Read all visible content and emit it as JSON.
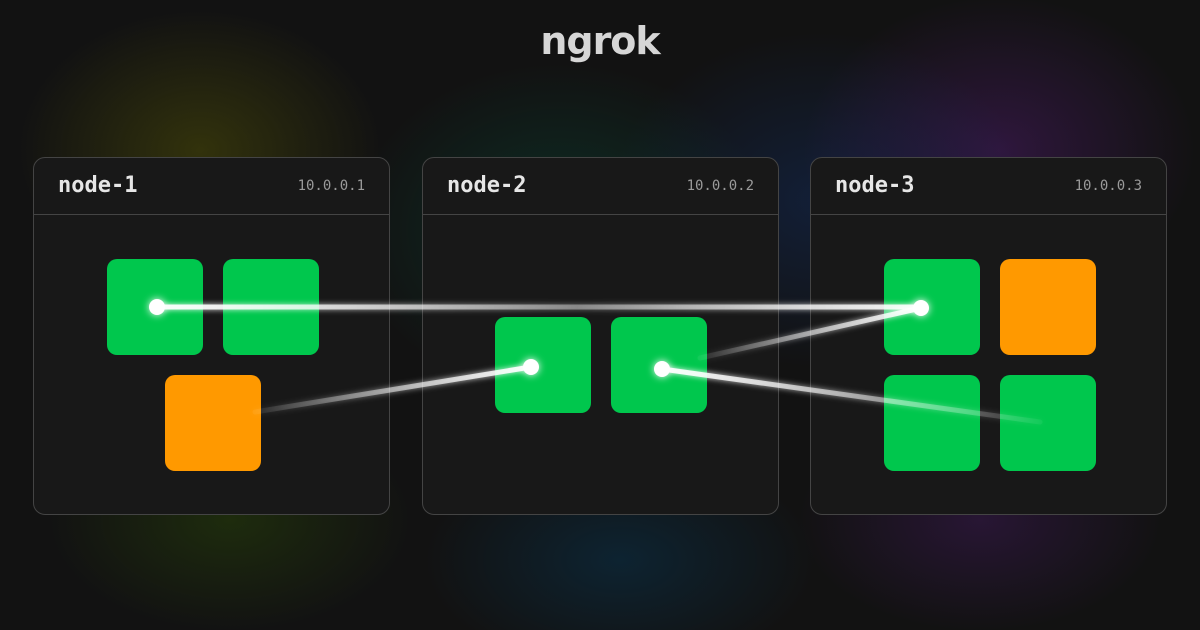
{
  "brand": {
    "logo_text": "ngrok"
  },
  "colors": {
    "healthy": "#00c74d",
    "warning": "#ff9900",
    "card_background": "#181818",
    "card_border": "#444444",
    "link": "#ffffff"
  },
  "nodes": [
    {
      "name": "node-1",
      "ip": "10.0.0.1",
      "blocks": [
        "green",
        "green",
        "orange"
      ]
    },
    {
      "name": "node-2",
      "ip": "10.0.0.2",
      "blocks": [
        "green",
        "green"
      ]
    },
    {
      "name": "node-3",
      "ip": "10.0.0.3",
      "blocks": [
        "green",
        "orange",
        "green",
        "green"
      ]
    }
  ],
  "links": [
    {
      "from": "node-1 block 1",
      "to": "node-3 block 1"
    },
    {
      "from": "node-1 block 3",
      "to": "node-2 block 1"
    },
    {
      "from": "node-3 block 1",
      "to": "node-2 block 2"
    },
    {
      "from": "node-2 block 2",
      "to": "node-3 block 4"
    }
  ]
}
